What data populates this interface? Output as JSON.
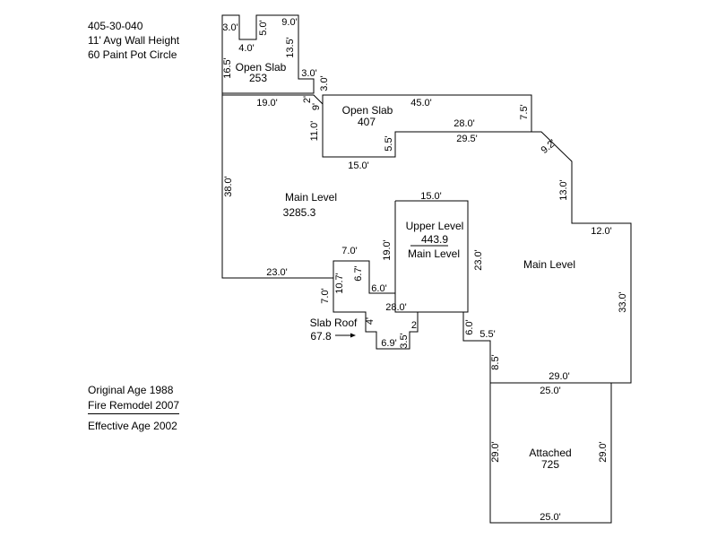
{
  "info": {
    "parcel": "405-30-040",
    "wall_height": "11' Avg Wall Height",
    "address": "60 Paint Pot Circle",
    "original_age": "Original Age 1988",
    "remodel": "Fire Remodel 2007",
    "effective_age": "Effective Age 2002"
  },
  "areas": {
    "open_slab_1": {
      "name": "Open Slab",
      "value": "253"
    },
    "open_slab_2": {
      "name": "Open Slab",
      "value": "407"
    },
    "main_level_1": {
      "name": "Main Level",
      "value": "3285.3"
    },
    "upper_level": {
      "name": "Upper Level",
      "value": "443.9",
      "sub": "Main Level"
    },
    "main_level_2": {
      "name": "Main Level"
    },
    "slab_roof": {
      "name": "Slab Roof",
      "value": "67.8"
    },
    "attached": {
      "name": "Attached",
      "value": "725"
    }
  },
  "dims": {
    "d1": "3.0'",
    "d2": "5.0'",
    "d3": "9.0'",
    "d4": "4.0'",
    "d5": "13.5'",
    "d6": "16.5'",
    "d7": "3.0'",
    "d8": "3.0'",
    "d9": "19.0'",
    "d10": "2'",
    "d11": "9'",
    "d12": "45.0'",
    "d13": "7.5'",
    "d14": "11.0'",
    "d15": "28.0'",
    "d16": "29.5'",
    "d17": "5.5'",
    "d18": "15.0'",
    "d19": "9.2'",
    "d20": "13.0'",
    "d21": "38.0'",
    "d22": "15.0'",
    "d23": "12.0'",
    "d24": "7.0'",
    "d25": "19.0'",
    "d26": "23.0'",
    "d27": "10.7'",
    "d28": "6.7'",
    "d29": "23.0'",
    "d30": "6.0'",
    "d31": "7.0'",
    "d32": "33.0'",
    "d33": "28.0'",
    "d34": "4'",
    "d35": "2'",
    "d36": "6.0'",
    "d37": "5.5'",
    "d38": "6.9'",
    "d39": "3.5'",
    "d40": "8.5'",
    "d41": "29.0'",
    "d42": "25.0'",
    "d43": "29.0'",
    "d44": "29.0'",
    "d45": "25.0'"
  }
}
